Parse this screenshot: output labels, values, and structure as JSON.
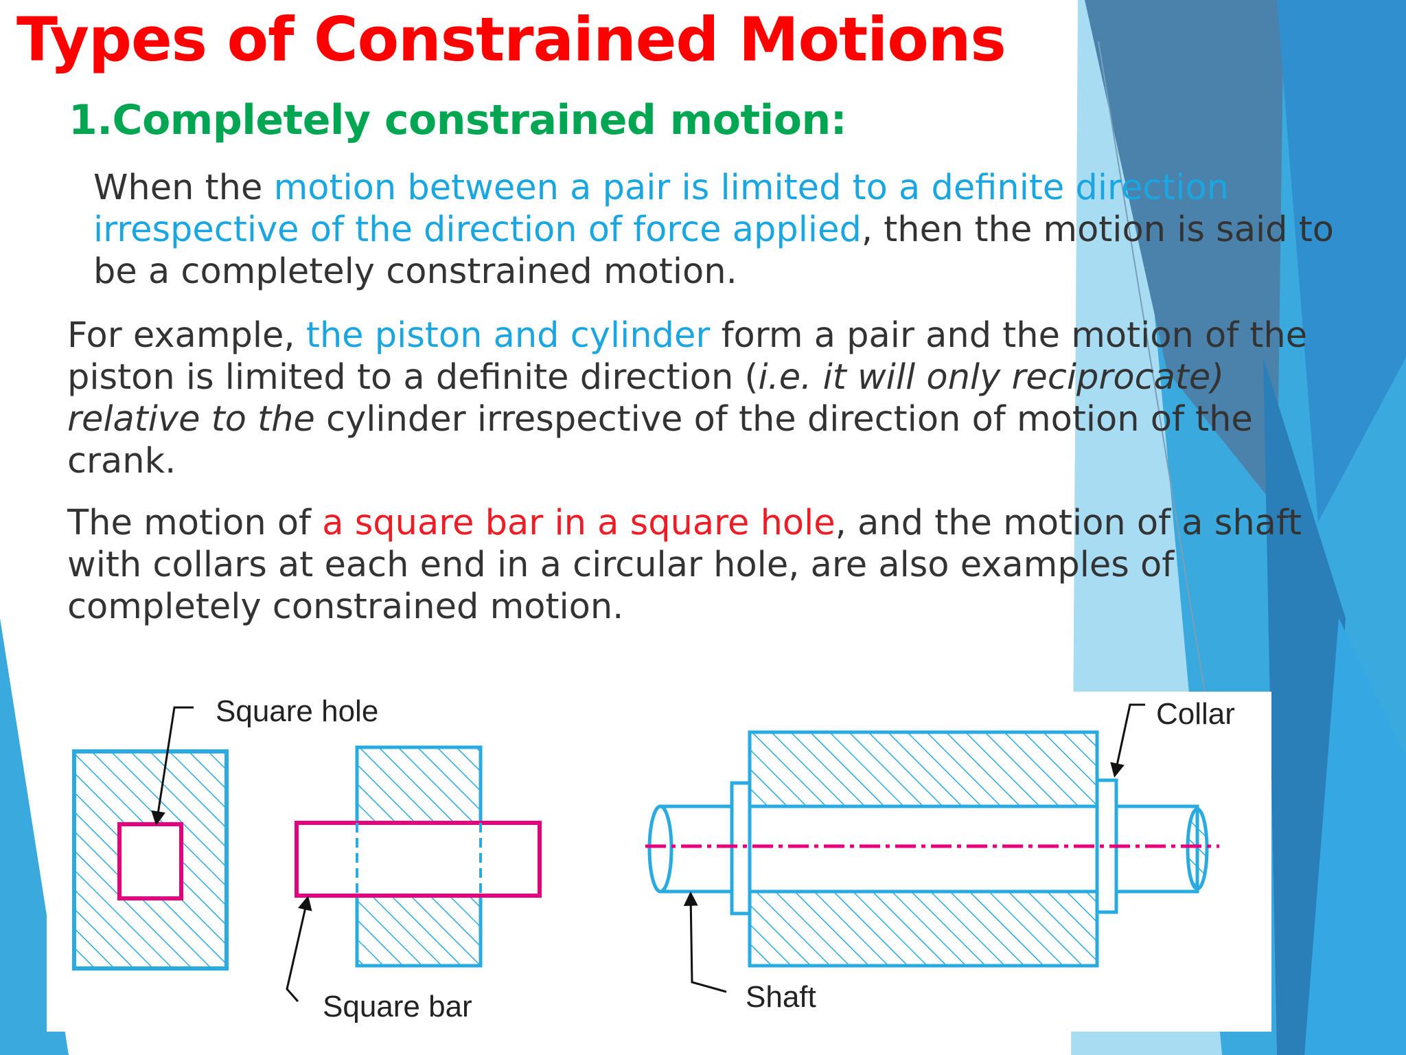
{
  "slide": {
    "title": "Types of Constrained Motions",
    "subtitle": "1.Completely constrained motion:",
    "paragraph1": {
      "line1_a": "When the ",
      "line1_b": "motion between a pair is limited to a definite direction",
      "line2_a": "irrespective of the direction of force applied",
      "line2_b": ", then the motion is said to",
      "line3": "be a completely constrained motion."
    },
    "paragraph2": {
      "line1_a": "For example, ",
      "line1_b": "the piston and cylinder",
      "line1_c": " form a pair and the motion of the",
      "line2_a": "piston is limited to a definite direction (",
      "line2_b": "i.e. it will only reciprocate)",
      "line3_a": "relative to the",
      "line3_b": " cylinder irrespective of the direction of motion of the",
      "line4": "crank."
    },
    "paragraph3": {
      "line1_a": "The motion of ",
      "line1_b": "a square bar in a square hole",
      "line1_c": ", and the motion of a shaft",
      "line2": "with collars at each end in a circular hole, are also examples of",
      "line3": "completely constrained motion."
    }
  },
  "figure": {
    "labels": {
      "square_hole": "Square hole",
      "square_bar": "Square bar",
      "collar": "Collar",
      "shaft": "Shaft"
    }
  },
  "colors": {
    "title": "#ff0000",
    "subtitle": "#00a651",
    "highlight_blue": "#1aa6e0",
    "highlight_red": "#ee1c25",
    "body_text": "#333333",
    "figure_line": "#29abe2",
    "figure_accent": "#e6007e"
  }
}
